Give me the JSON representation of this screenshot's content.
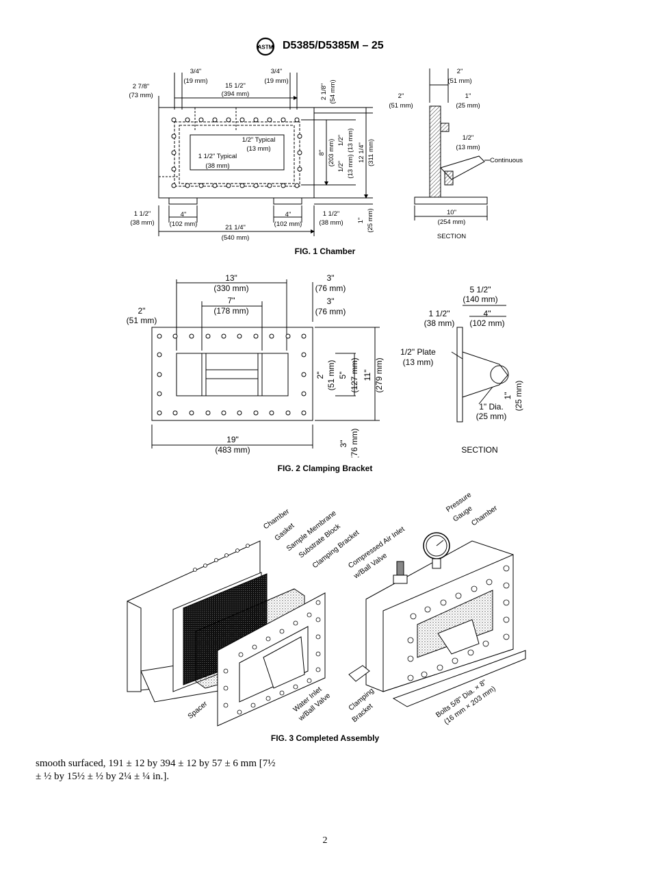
{
  "header": {
    "doc_id": "D5385/D5385M – 25",
    "logo_text": "ASTM"
  },
  "fig1": {
    "caption": "FIG. 1 Chamber",
    "d_3_4_a": "3/4\"",
    "d_3_4_a_mm": "(19 mm)",
    "d_3_4_b": "3/4\"",
    "d_3_4_b_mm": "(19 mm)",
    "d_15_1_2": "15 1/2\"",
    "d_15_1_2_mm": "(394 mm)",
    "d_2_7_8": "2 7/8\"",
    "d_2_7_8_mm": "(73 mm)",
    "d_2_1_8": "2 1/8\"",
    "d_2_1_8_mm": "(54 mm)",
    "d_half_typ": "1/2\" Typical",
    "d_half_typ_mm": "(13 mm)",
    "d_1half_typ": "1 1/2\" Typical",
    "d_1half_typ_mm": "(38 mm)",
    "d_8": "8\"",
    "d_8_mm": "(203 mm)",
    "d_half_a": "1/2\"",
    "d_half_a_mm": "(13 mm)",
    "d_half_b": "1/2\"",
    "d_half_b_mm": "(13 mm)",
    "d_12_1_4": "12 1/4\"",
    "d_12_1_4_mm": "(311 mm)",
    "d_1half_l": "1 1/2\"",
    "d_1half_l_mm": "(38 mm)",
    "d_4_l": "4\"",
    "d_4_l_mm": "(102 mm)",
    "d_4_r": "4\"",
    "d_4_r_mm": "(102 mm)",
    "d_1half_r": "1 1/2\"",
    "d_1half_r_mm": "(38 mm)",
    "d_21_1_4": "21 1/4\"",
    "d_21_1_4_mm": "(540 mm)",
    "d_1": "1\"",
    "d_1_mm": "(25 mm)",
    "s_2_top": "2\"",
    "s_2_top_mm": "(51 mm)",
    "s_2_left": "2\"",
    "s_2_left_mm": "(51 mm)",
    "s_1": "1\"",
    "s_1_mm": "(25 mm)",
    "s_half": "1/2\"",
    "s_half_mm": "(13 mm)",
    "s_continuous": "Continuous",
    "s_10": "10\"",
    "s_10_mm": "(254 mm)",
    "section": "SECTION"
  },
  "fig2": {
    "caption": "FIG. 2 Clamping Bracket",
    "d_13": "13\"",
    "d_13_mm": "(330 mm)",
    "d_7": "7\"",
    "d_7_mm": "(178 mm)",
    "d_3_a": "3\"",
    "d_3_a_mm": "(76 mm)",
    "d_3_b": "3\"",
    "d_3_b_mm": "(76 mm)",
    "d_2": "2\"",
    "d_2_mm": "(51 mm)",
    "d_2v": "2\"",
    "d_2v_mm": "(51 mm)",
    "d_5": "5\"",
    "d_5_mm": "(127 mm)",
    "d_11": "11\"",
    "d_11_mm": "(279 mm)",
    "d_19": "19\"",
    "d_19_mm": "(483 mm)",
    "d_3_c": "3\"",
    "d_3_c_mm": "(76 mm)",
    "s_5_1_2": "5 1/2\"",
    "s_5_1_2_mm": "(140 mm)",
    "s_1_1_2": "1 1/2\"",
    "s_1_1_2_mm": "(38 mm)",
    "s_4": "4\"",
    "s_4_mm": "(102 mm)",
    "s_plate": "1/2\" Plate",
    "s_plate_mm": "(13 mm)",
    "s_dia": "1\" Dia.",
    "s_dia_mm": "(25 mm)",
    "s_1": "1\"",
    "s_1_mm": "(25 mm)",
    "section": "SECTION"
  },
  "fig3": {
    "caption": "FIG. 3 Completed Assembly",
    "l_chamber_left": "Chamber",
    "l_gasket": "Gasket",
    "l_sample": "Sample Membrane",
    "l_substrate": "Substrate Block",
    "l_clamping": "Clamping Bracket",
    "l_spacer": "Spacer",
    "l_air": "Compressed Air Inlet",
    "l_air2": "w/Ball Valve",
    "l_pressure": "Pressure",
    "l_gauge": "Gauge",
    "l_chamber_right": "Chamber",
    "l_water": "Water Inlet",
    "l_water2": "w/Ball Valve",
    "l_clamp_b1": "Clamping",
    "l_clamp_b2": "Bracket",
    "l_bolts": "Bolts 5/8\" Dia. × 8\"",
    "l_bolts_mm": "(16 mm × 203 mm)"
  },
  "body": {
    "line1": "smooth surfaced, 191 ± 12 by 394 ± 12 by 57 ± 6 mm [7½",
    "line2": "± ½ by 15½ ± ½ by 2¼ ± ¼ in.]."
  },
  "page_number": "2"
}
